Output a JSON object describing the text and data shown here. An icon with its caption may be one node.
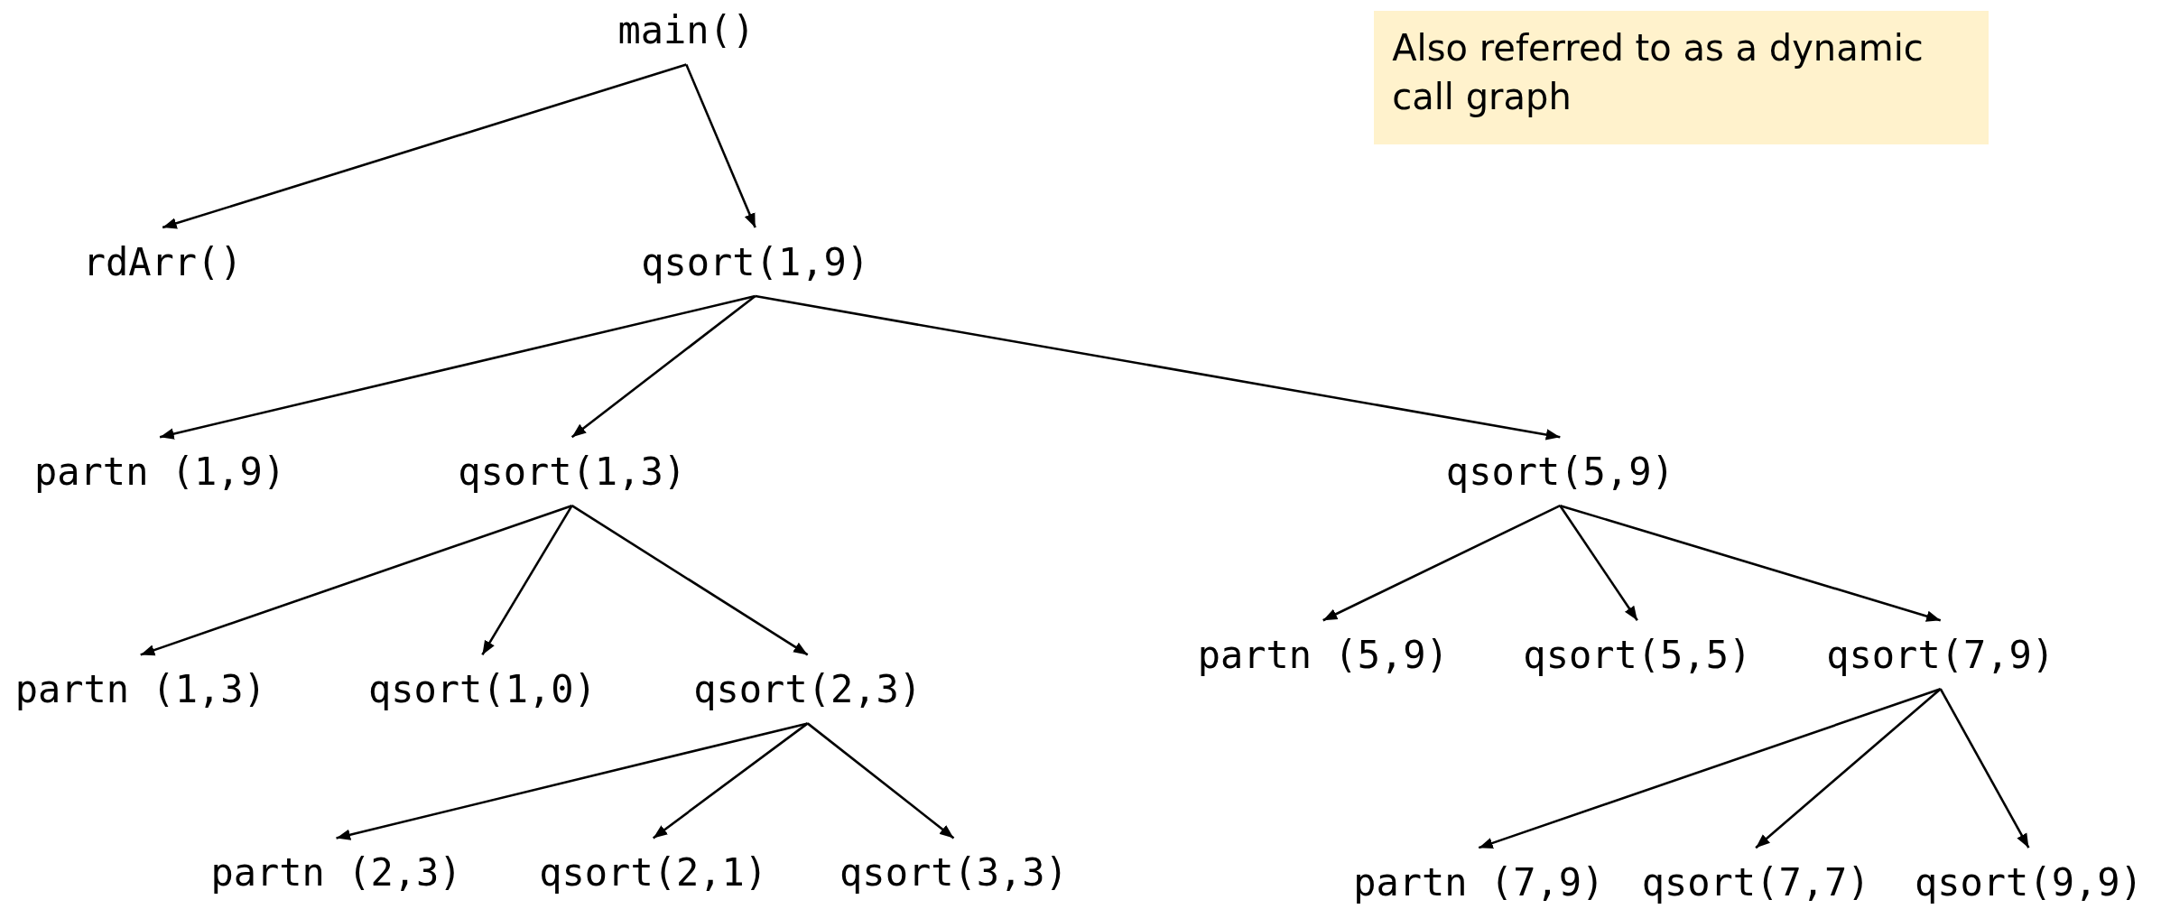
{
  "diagram": {
    "nodes": [
      {
        "text": [
          "main()"
        ]
      },
      {
        "text": [
          "rdArr()"
        ]
      },
      {
        "text": [
          "qsort(1,9)"
        ]
      },
      {
        "text": [
          "partn (1,9)"
        ]
      },
      {
        "text": [
          "qsort(1,3)"
        ]
      },
      {
        "text": [
          "qsort(5,9)"
        ]
      },
      {
        "text": [
          "partn (1,3)"
        ]
      },
      {
        "text": [
          "qsort(1,0)"
        ]
      },
      {
        "text": [
          "qsort(2,3)"
        ]
      },
      {
        "text": [
          "partn (5,9)"
        ]
      },
      {
        "text": [
          "qsort(5,5)"
        ]
      },
      {
        "text": [
          "qsort(7,9)"
        ]
      },
      {
        "text": [
          "partn (2,3)"
        ]
      },
      {
        "text": [
          "qsort(2,1)"
        ]
      },
      {
        "text": [
          "qsort(3,3)"
        ]
      },
      {
        "text": [
          "partn (7,9)"
        ]
      },
      {
        "text": [
          "qsort(7,7)"
        ]
      },
      {
        "text": [
          "qsort(9,9)"
        ]
      },
      {
        "text": [
          "Also referred to as a dynamic call graph"
        ]
      }
    ],
    "edges": [
      {
        "from": 0,
        "to": 1,
        "arrow": "to"
      },
      {
        "from": 0,
        "to": 2,
        "arrow": "to"
      },
      {
        "from": 2,
        "to": 3,
        "arrow": "to"
      },
      {
        "from": 2,
        "to": 4,
        "arrow": "to"
      },
      {
        "from": 2,
        "to": 5,
        "arrow": "to"
      },
      {
        "from": 4,
        "to": 6,
        "arrow": "to"
      },
      {
        "from": 4,
        "to": 7,
        "arrow": "to"
      },
      {
        "from": 4,
        "to": 8,
        "arrow": "to"
      },
      {
        "from": 5,
        "to": 9,
        "arrow": "to"
      },
      {
        "from": 5,
        "to": 10,
        "arrow": "to"
      },
      {
        "from": 5,
        "to": 11,
        "arrow": "to"
      },
      {
        "from": 8,
        "to": 12,
        "arrow": "to"
      },
      {
        "from": 8,
        "to": 13,
        "arrow": "to"
      },
      {
        "from": 8,
        "to": 14,
        "arrow": "to"
      },
      {
        "from": 11,
        "to": 15,
        "arrow": "to"
      },
      {
        "from": 11,
        "to": 16,
        "arrow": "to"
      },
      {
        "from": 11,
        "to": 17,
        "arrow": "to"
      }
    ]
  }
}
